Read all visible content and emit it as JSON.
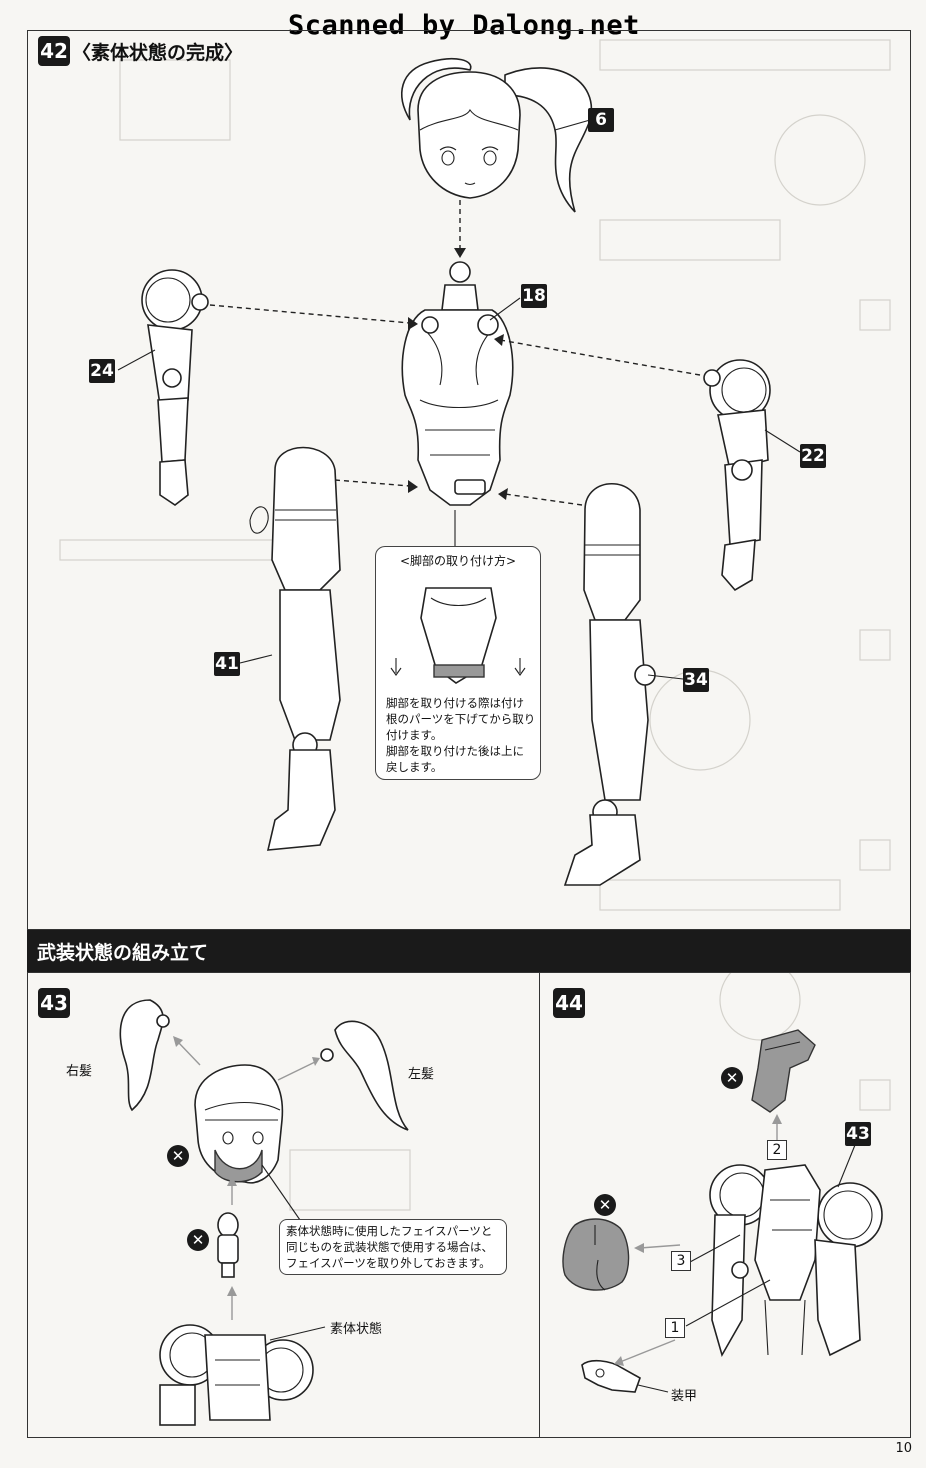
{
  "watermark": "Scanned by Dalong.net",
  "step42": {
    "number": "42",
    "title": "〈素体状態の完成〉",
    "parts": {
      "head": "6",
      "torso": "18",
      "right_arm": "24",
      "left_arm": "22",
      "right_leg": "41",
      "left_leg": "34"
    },
    "callout": {
      "title": "<脚部の取り付け方>",
      "lines": [
        "脚部を取り付ける際は付け",
        "根のパーツを下げてから取り",
        "付けます。",
        "脚部を取り付けた後は上に",
        "戻します。"
      ]
    }
  },
  "banner": "武装状態の組み立て",
  "step43": {
    "number": "43",
    "labels": {
      "right_hair": "右髪",
      "left_hair": "左髪",
      "body_state": "素体状態"
    },
    "note_lines": [
      "素体状態時に使用したフェイスパーツと",
      "同じものを武装状態で使用する場合は、",
      "フェイスパーツを取り外しておきます。"
    ]
  },
  "step44": {
    "number": "44",
    "part_ref": "43",
    "order": [
      "1",
      "2",
      "3"
    ],
    "armor_label": "装甲"
  },
  "page_number": "10"
}
